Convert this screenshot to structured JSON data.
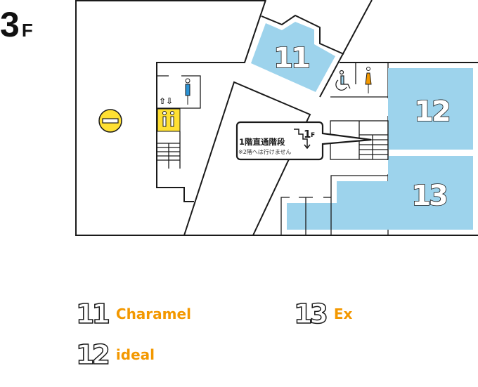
{
  "floor": {
    "number": "3",
    "unit": "F"
  },
  "map": {
    "shops": [
      {
        "id": "11"
      },
      {
        "id": "12"
      },
      {
        "id": "13"
      }
    ],
    "callout": {
      "title": "1階直通階段",
      "note": "※2階へは行けません",
      "floor_label": "1",
      "floor_unit": "F"
    },
    "icons": [
      "no-entry-icon",
      "elevator-icon",
      "escalator-arrows-icon",
      "mens-restroom-icon",
      "womens-restroom-icon",
      "accessible-restroom-icon",
      "stairs-icon"
    ]
  },
  "legend": [
    {
      "number": "11",
      "name": "Charamel"
    },
    {
      "number": "12",
      "name": "ideal"
    },
    {
      "number": "13",
      "name": "Ex"
    }
  ],
  "colors": {
    "shop": "#9dd3ec",
    "accent": "#f39800",
    "elevator": "#ffe033",
    "mens": "#2a93d5",
    "womens": "#f39800"
  }
}
